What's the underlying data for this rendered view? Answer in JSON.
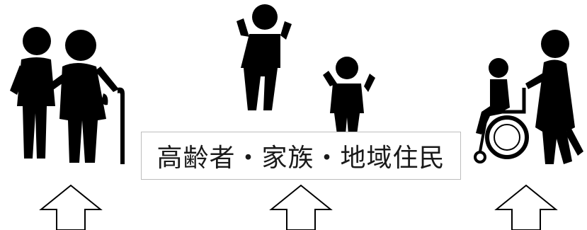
{
  "label": {
    "text": "高齢者・家族・地域住民"
  },
  "figures": [
    {
      "icon": "elderly-couple-icon"
    },
    {
      "icon": "adult-and-child-icon"
    },
    {
      "icon": "wheelchair-caregiver-icon"
    }
  ],
  "arrows": [
    {
      "icon": "up-arrow-icon",
      "direction": "up"
    },
    {
      "icon": "up-arrow-icon",
      "direction": "up"
    },
    {
      "icon": "up-arrow-icon",
      "direction": "up"
    }
  ],
  "colors": {
    "figure": "#000000",
    "arrow_stroke": "#000000",
    "box_border": "#bdbdbd",
    "text": "#1a1a1a"
  }
}
